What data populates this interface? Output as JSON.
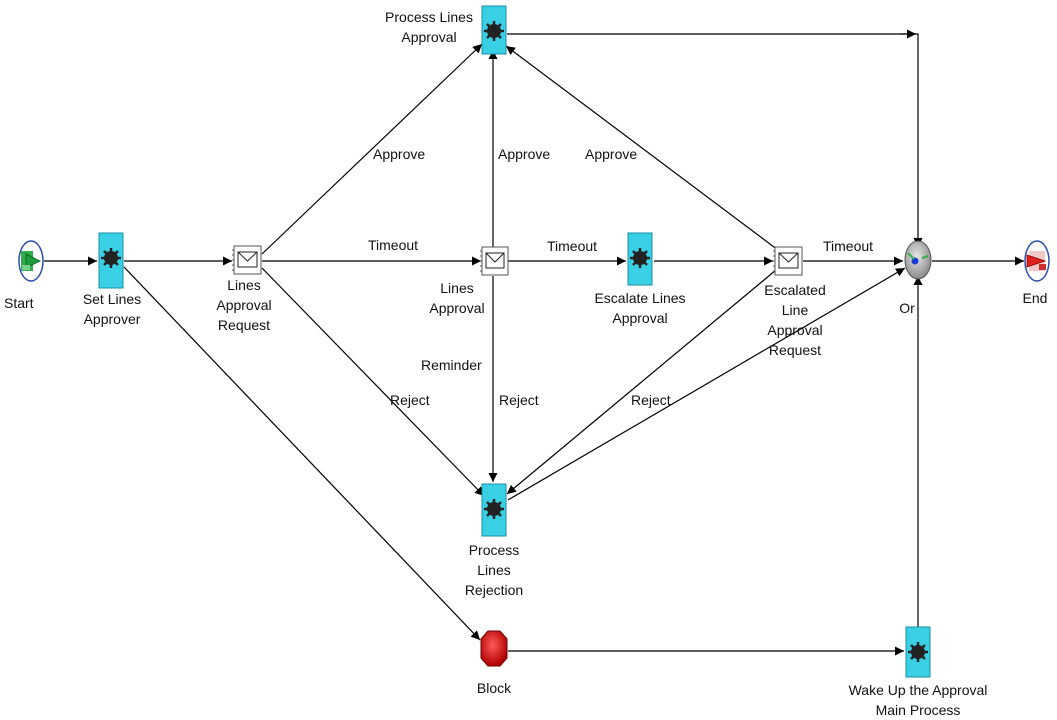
{
  "nodes": {
    "start": {
      "label": "Start",
      "icon": "start-icon"
    },
    "set_lines_approver": {
      "label_lines": [
        "Set Lines",
        "Approver"
      ],
      "icon": "function-gear-icon"
    },
    "lines_approval_request": {
      "label_lines": [
        "Lines",
        "Approval",
        "Request"
      ],
      "icon": "notification-envelope-icon"
    },
    "process_lines_approval": {
      "label_lines": [
        "Process Lines",
        "Approval"
      ],
      "icon": "function-gear-icon"
    },
    "lines_approval": {
      "label_lines": [
        "Lines",
        "Approval"
      ],
      "icon": "notification-envelope-icon"
    },
    "escalate_lines_approval": {
      "label_lines": [
        "Escalate Lines",
        "Approval"
      ],
      "icon": "function-gear-icon"
    },
    "escalated_line_approval_request": {
      "label_lines": [
        "Escalated",
        "Line",
        "Approval",
        "Request"
      ],
      "icon": "notification-envelope-icon"
    },
    "or": {
      "label": "Or",
      "icon": "or-icon"
    },
    "end": {
      "label": "End",
      "icon": "end-icon"
    },
    "process_lines_rejection": {
      "label_lines": [
        "Process",
        "Lines",
        "Rejection"
      ],
      "icon": "function-gear-icon"
    },
    "block": {
      "label": "Block",
      "icon": "block-stop-icon"
    },
    "wake_up": {
      "label_lines": [
        "Wake Up the Approval",
        "Main Process"
      ],
      "icon": "function-gear-icon"
    }
  },
  "edge_labels": {
    "approve_from_request": "Approve",
    "approve_from_lines_approval": "Approve",
    "approve_from_escalated": "Approve",
    "timeout_from_request": "Timeout",
    "timeout_from_lines_approval": "Timeout",
    "timeout_from_escalated": "Timeout",
    "reminder": "Reminder",
    "reject_from_request": "Reject",
    "reject_from_lines_approval": "Reject",
    "reject_from_escalated": "Reject"
  },
  "colors": {
    "function_fill": "#39d0e6",
    "start_green": "#1e9b3c",
    "end_red": "#e02020",
    "block_red": "#d01818",
    "line": "#000000"
  }
}
